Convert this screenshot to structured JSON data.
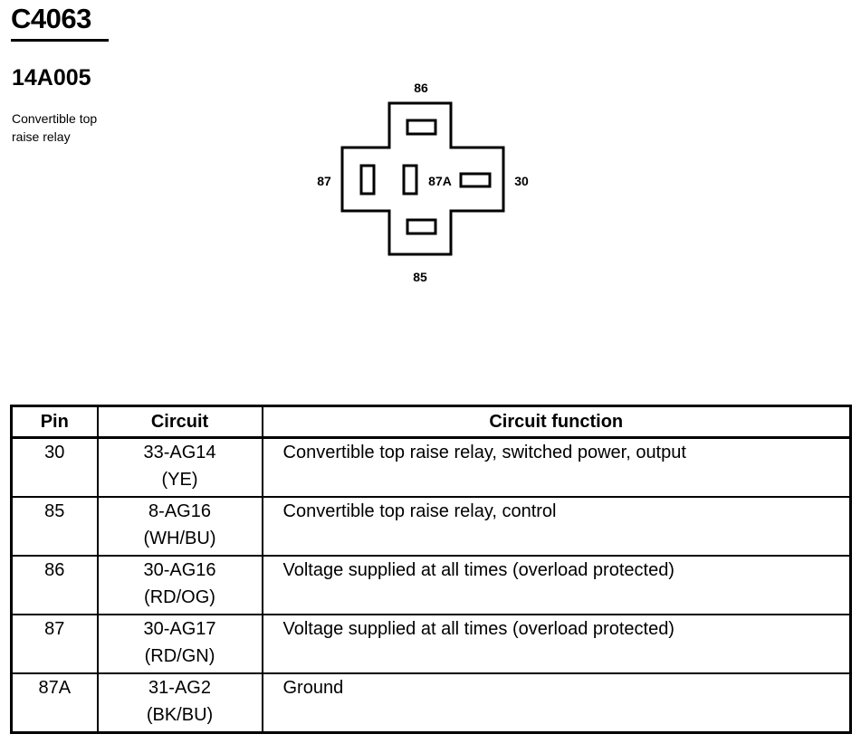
{
  "connector": {
    "id": "C4063",
    "part_number": "14A005",
    "description_lines": [
      "Convertible top",
      "raise relay"
    ]
  },
  "diagram": {
    "pins": {
      "top": "86",
      "left": "87",
      "center": "87A",
      "right": "30",
      "bottom": "85"
    }
  },
  "table": {
    "headers": [
      "Pin",
      "Circuit",
      "Circuit function"
    ],
    "rows": [
      {
        "pin": "30",
        "circuit": "33-AG14",
        "color": "(YE)",
        "function": "Convertible top raise relay, switched power, output"
      },
      {
        "pin": "85",
        "circuit": "8-AG16",
        "color": "(WH/BU)",
        "function": "Convertible top raise relay, control"
      },
      {
        "pin": "86",
        "circuit": "30-AG16",
        "color": "(RD/OG)",
        "function": "Voltage supplied at all times (overload protected)"
      },
      {
        "pin": "87",
        "circuit": "30-AG17",
        "color": "(RD/GN)",
        "function": "Voltage supplied at all times (overload protected)"
      },
      {
        "pin": "87A",
        "circuit": "31-AG2",
        "color": "(BK/BU)",
        "function": "Ground"
      }
    ]
  }
}
